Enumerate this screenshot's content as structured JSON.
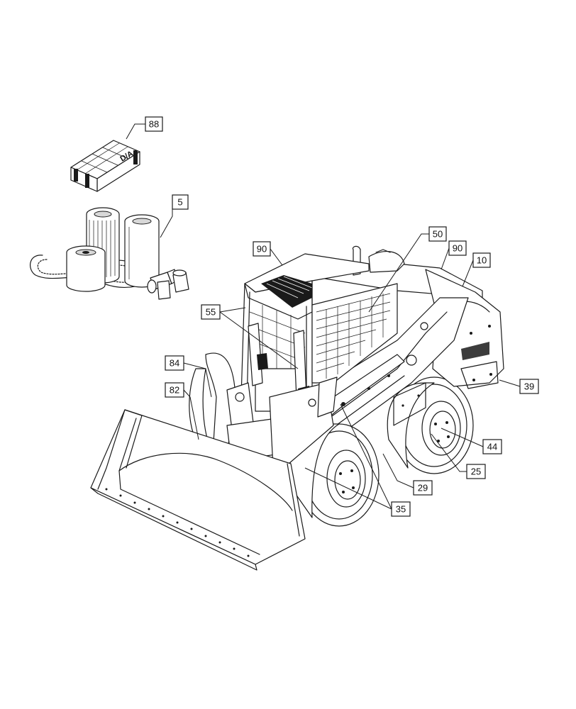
{
  "callouts": [
    {
      "id": "c88",
      "label": "88"
    },
    {
      "id": "c5",
      "label": "5"
    },
    {
      "id": "c90a",
      "label": "90"
    },
    {
      "id": "c50",
      "label": "50"
    },
    {
      "id": "c90b",
      "label": "90"
    },
    {
      "id": "c10",
      "label": "10"
    },
    {
      "id": "c55",
      "label": "55"
    },
    {
      "id": "c84",
      "label": "84"
    },
    {
      "id": "c82",
      "label": "82"
    },
    {
      "id": "c39",
      "label": "39"
    },
    {
      "id": "c44",
      "label": "44"
    },
    {
      "id": "c25",
      "label": "25"
    },
    {
      "id": "c29",
      "label": "29"
    },
    {
      "id": "c35",
      "label": "35"
    }
  ],
  "crate_marking": "D/A"
}
